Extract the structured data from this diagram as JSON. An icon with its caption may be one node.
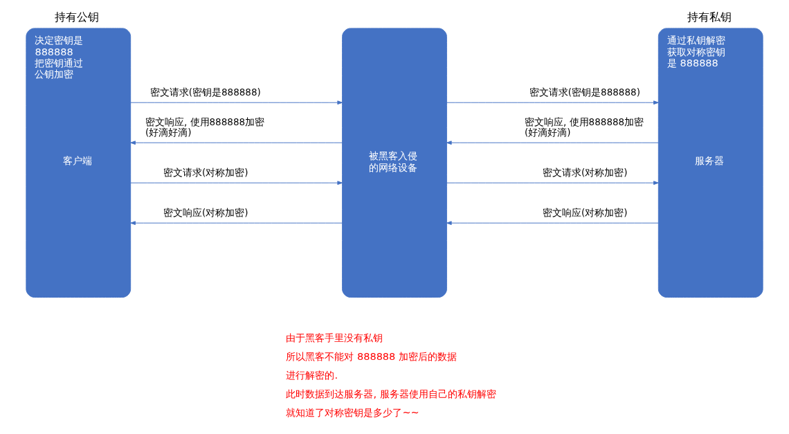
{
  "diagram": {
    "nodes": [
      {
        "text": [
          "持有公钥",
          "决定密钥是888888",
          "把密钥通过公钥加密",
          "客户端"
        ]
      },
      {
        "text": [
          "被黑客入侵的网络设备"
        ]
      },
      {
        "text": [
          "持有私钥",
          "通过私钥解密获取对称密钥是 888888",
          "服务器"
        ]
      }
    ],
    "edges": [
      {
        "from": 0,
        "to": 1,
        "arrow": "to",
        "label": "密文请求(密钥是888888)"
      },
      {
        "from": 1,
        "to": 0,
        "arrow": "to",
        "label": "密文响应, 使用888888加密(好滴好滴)"
      },
      {
        "from": 1,
        "to": 2,
        "arrow": "to",
        "label": "密文请求(密钥是888888)"
      },
      {
        "from": 2,
        "to": 1,
        "arrow": "to",
        "label": "密文响应, 使用888888加密(好滴好滴)"
      },
      {
        "from": 0,
        "to": 1,
        "arrow": "to",
        "label": "密文请求(对称加密)"
      },
      {
        "from": 1,
        "to": 0,
        "arrow": "to",
        "label": "密文响应(对称加密)"
      },
      {
        "from": 1,
        "to": 2,
        "arrow": "to",
        "label": "密文请求(对称加密)"
      },
      {
        "from": 2,
        "to": 1,
        "arrow": "to",
        "label": "密文响应(对称加密)"
      }
    ],
    "labels": [
      "由于黑客手里没有私钥",
      "所以黑客不能对 888888 加密后的数据",
      "进行解密的.",
      "此时数据到达服务器, 服务器使用自己的私钥解密",
      "就知道了对称密钥是多少了~~"
    ]
  }
}
